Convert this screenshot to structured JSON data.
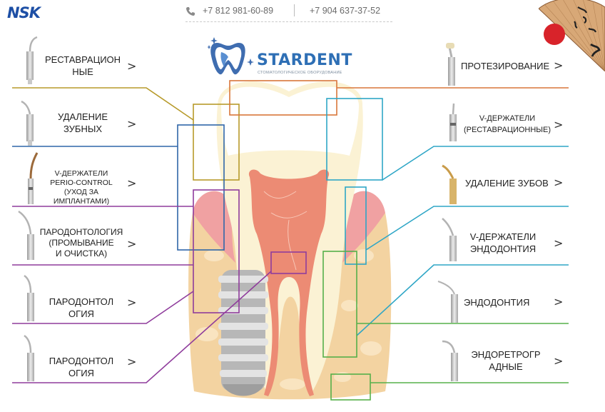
{
  "header": {
    "logo": "NSK",
    "phone_1": "+7 812 981-60-89",
    "phone_2": "+7 904 637-37-52",
    "brand_name": "STARDENT",
    "brand_tagline": "СТОМАТОЛОГИЧЕСКОЕ ОБОРУДОВАНИЕ"
  },
  "left_items": [
    {
      "label": "РЕСТАВРАЦИОН\nНЫЕ",
      "line_color": "#b79a2a"
    },
    {
      "label": "УДАЛЕНИЕ\nЗУБНЫХ",
      "line_color": "#2f66a8"
    },
    {
      "label": "V-ДЕРЖАТЕЛИ\nPERIO-CONTROL\n(УХОД ЗА ИМПЛАНТАМИ)",
      "line_color": "#8f3c9c"
    },
    {
      "label": "ПАРОДОНТОЛОГИЯ\n(ПРОМЫВАНИЕ\nИ ОЧИСТКА)",
      "line_color": "#8f3c9c"
    },
    {
      "label": "ПАРОДОНТОЛ\nОГИЯ",
      "line_color": "#8f3c9c"
    },
    {
      "label": "ПАРОДОНТОЛ\nОГИЯ",
      "line_color": "#8f3c9c"
    }
  ],
  "right_items": [
    {
      "label": "ПРОТЕЗИРОВАНИЕ",
      "line_color": "#d9763a"
    },
    {
      "label": "V-ДЕРЖАТЕЛИ\n(РЕСТАВРАЦИОННЫЕ)",
      "line_color": "#2ea6c6"
    },
    {
      "label": "УДАЛЕНИЕ ЗУБОВ",
      "line_color": "#2ea6c6"
    },
    {
      "label": "V-ДЕРЖАТЕЛИ\nЭНДОДОНТИЯ",
      "line_color": "#2ea6c6"
    },
    {
      "label": "ЭНДОДОНТИЯ",
      "line_color": "#56b04a"
    },
    {
      "label": "ЭНДОРЕТРОГР\nАДНЫЕ",
      "line_color": "#56b04a"
    }
  ],
  "chevron": ">"
}
